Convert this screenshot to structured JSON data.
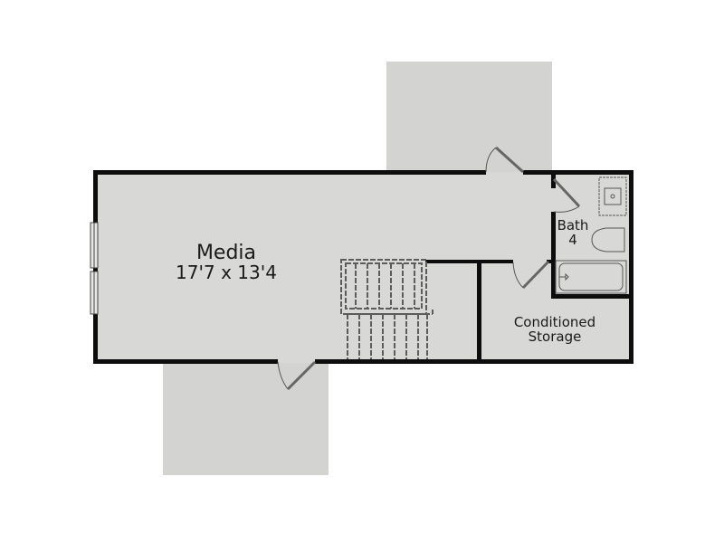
{
  "plan": {
    "colors": {
      "floor": "#d8d9d6",
      "wall": "#0d0d0d",
      "exterior": "#cfd0cd",
      "fixture_stroke": "#6b6b6b"
    },
    "rooms": [
      {
        "id": "media",
        "name": "Media",
        "dimensions": "17'7 x 13'4"
      },
      {
        "id": "bath",
        "name": "Bath",
        "number": "4"
      },
      {
        "id": "storage",
        "name_line1": "Conditioned",
        "name_line2": "Storage"
      }
    ],
    "fixtures": [
      "stairs",
      "sink",
      "toilet",
      "bathtub"
    ],
    "doors": 4,
    "windows": 2
  }
}
